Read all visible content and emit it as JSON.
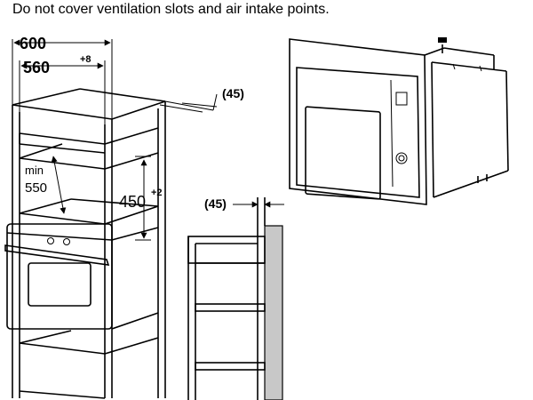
{
  "caption": "Do not cover ventilation slots and air intake points.",
  "dims": {
    "width_outer": "600",
    "width_inner": "560",
    "width_inner_tol": "+8",
    "depth_top": "(45)",
    "min_label": "min",
    "min_value": "550",
    "height_value": "450",
    "height_tol": "+2",
    "side_gap": "(45)"
  }
}
